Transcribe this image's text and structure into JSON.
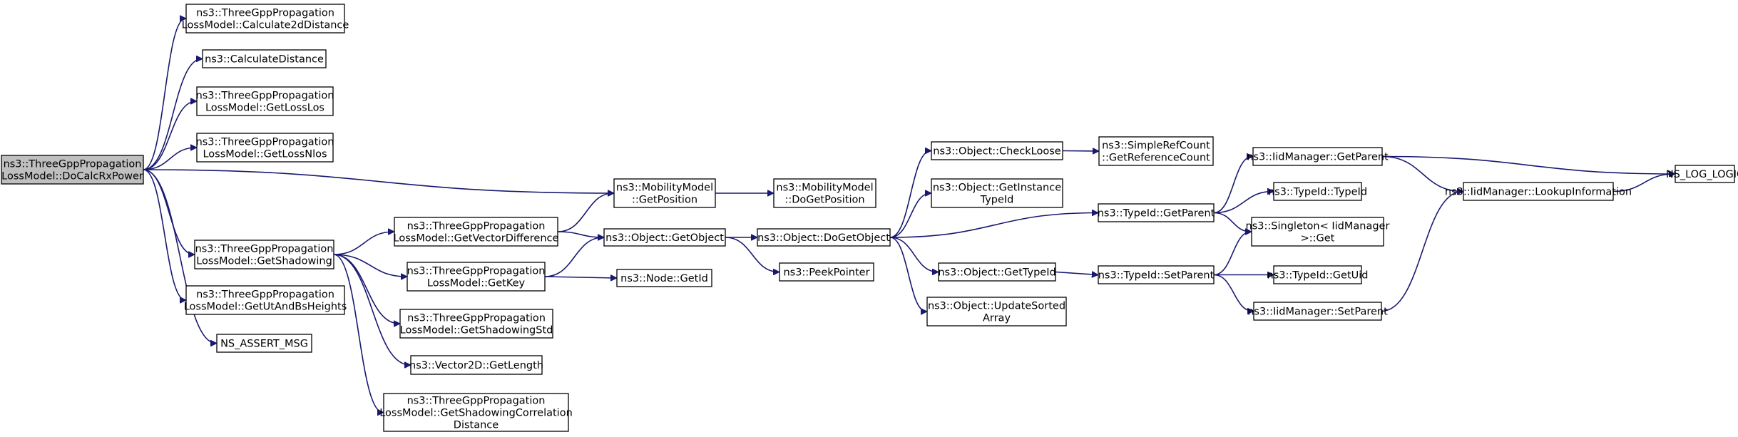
{
  "graph": {
    "root": "DoCalcRxPower",
    "nodes": {
      "DoCalcRxPower": {
        "lines": [
          "ns3::ThreeGppPropagation",
          "LossModel::DoCalcRxPower"
        ],
        "root": true
      },
      "Calculate2dDistance": {
        "lines": [
          "ns3::ThreeGppPropagation",
          "LossModel::Calculate2dDistance"
        ]
      },
      "CalculateDistance": {
        "lines": [
          "ns3::CalculateDistance"
        ]
      },
      "GetLossLos": {
        "lines": [
          "ns3::ThreeGppPropagation",
          "LossModel::GetLossLos"
        ]
      },
      "GetLossNlos": {
        "lines": [
          "ns3::ThreeGppPropagation",
          "LossModel::GetLossNlos"
        ]
      },
      "GetShadowing": {
        "lines": [
          "ns3::ThreeGppPropagation",
          "LossModel::GetShadowing"
        ]
      },
      "GetUtAndBsHeights": {
        "lines": [
          "ns3::ThreeGppPropagation",
          "LossModel::GetUtAndBsHeights"
        ]
      },
      "NS_ASSERT_MSG": {
        "lines": [
          "NS_ASSERT_MSG"
        ]
      },
      "GetVectorDifference": {
        "lines": [
          "ns3::ThreeGppPropagation",
          "LossModel::GetVectorDifference"
        ]
      },
      "GetKey": {
        "lines": [
          "ns3::ThreeGppPropagation",
          "LossModel::GetKey"
        ]
      },
      "GetShadowingStd": {
        "lines": [
          "ns3::ThreeGppPropagation",
          "LossModel::GetShadowingStd"
        ]
      },
      "Vector2DGetLength": {
        "lines": [
          "ns3::Vector2D::GetLength"
        ]
      },
      "GetShadowingCorrelationDistance": {
        "lines": [
          "ns3::ThreeGppPropagation",
          "LossModel::GetShadowingCorrelation",
          "Distance"
        ]
      },
      "MobilityGetPosition": {
        "lines": [
          "ns3::MobilityModel",
          "::GetPosition"
        ]
      },
      "MobilityDoGetPosition": {
        "lines": [
          "ns3::MobilityModel",
          "::DoGetPosition"
        ]
      },
      "ObjectGetObject": {
        "lines": [
          "ns3::Object::GetObject"
        ]
      },
      "NodeGetId": {
        "lines": [
          "ns3::Node::GetId"
        ]
      },
      "ObjectDoGetObject": {
        "lines": [
          "ns3::Object::DoGetObject"
        ]
      },
      "PeekPointer": {
        "lines": [
          "ns3::PeekPointer"
        ]
      },
      "ObjectCheckLoose": {
        "lines": [
          "ns3::Object::CheckLoose"
        ]
      },
      "ObjectGetInstanceTypeId": {
        "lines": [
          "ns3::Object::GetInstance",
          "TypeId"
        ]
      },
      "ObjectGetTypeId": {
        "lines": [
          "ns3::Object::GetTypeId"
        ]
      },
      "ObjectUpdateSortedArray": {
        "lines": [
          "ns3::Object::UpdateSorted",
          "Array"
        ]
      },
      "SimpleRefCountGetReferenceCount": {
        "lines": [
          "ns3::SimpleRefCount",
          "::GetReferenceCount"
        ]
      },
      "TypeIdGetParent": {
        "lines": [
          "ns3::TypeId::GetParent"
        ]
      },
      "TypeIdSetParent": {
        "lines": [
          "ns3::TypeId::SetParent"
        ]
      },
      "IidManagerGetParent": {
        "lines": [
          "ns3::IidManager::GetParent"
        ]
      },
      "TypeIdTypeId": {
        "lines": [
          "ns3::TypeId::TypeId"
        ]
      },
      "SingletonGet": {
        "lines": [
          "ns3::Singleton< IidManager",
          " >::Get"
        ]
      },
      "TypeIdGetUid": {
        "lines": [
          "ns3::TypeId::GetUid"
        ]
      },
      "IidManagerSetParent": {
        "lines": [
          "ns3::IidManager::SetParent"
        ]
      },
      "IidManagerLookupInformation": {
        "lines": [
          "ns3::IidManager::LookupInformation"
        ]
      },
      "NS_LOG_LOGIC": {
        "lines": [
          "NS_LOG_LOGIC"
        ]
      }
    },
    "edges": [
      [
        "DoCalcRxPower",
        "Calculate2dDistance"
      ],
      [
        "DoCalcRxPower",
        "CalculateDistance"
      ],
      [
        "DoCalcRxPower",
        "GetLossLos"
      ],
      [
        "DoCalcRxPower",
        "GetLossNlos"
      ],
      [
        "DoCalcRxPower",
        "MobilityGetPosition"
      ],
      [
        "DoCalcRxPower",
        "GetShadowing"
      ],
      [
        "DoCalcRxPower",
        "GetUtAndBsHeights"
      ],
      [
        "DoCalcRxPower",
        "NS_ASSERT_MSG"
      ],
      [
        "GetShadowing",
        "GetVectorDifference"
      ],
      [
        "GetShadowing",
        "GetKey"
      ],
      [
        "GetShadowing",
        "GetShadowingStd"
      ],
      [
        "GetShadowing",
        "Vector2DGetLength"
      ],
      [
        "GetShadowing",
        "GetShadowingCorrelationDistance"
      ],
      [
        "GetVectorDifference",
        "MobilityGetPosition"
      ],
      [
        "GetVectorDifference",
        "ObjectGetObject"
      ],
      [
        "GetKey",
        "ObjectGetObject"
      ],
      [
        "GetKey",
        "NodeGetId"
      ],
      [
        "MobilityGetPosition",
        "MobilityDoGetPosition"
      ],
      [
        "ObjectGetObject",
        "ObjectDoGetObject"
      ],
      [
        "ObjectGetObject",
        "PeekPointer"
      ],
      [
        "ObjectDoGetObject",
        "ObjectCheckLoose"
      ],
      [
        "ObjectDoGetObject",
        "ObjectGetInstanceTypeId"
      ],
      [
        "ObjectDoGetObject",
        "TypeIdGetParent"
      ],
      [
        "ObjectDoGetObject",
        "ObjectGetTypeId"
      ],
      [
        "ObjectDoGetObject",
        "ObjectUpdateSortedArray"
      ],
      [
        "ObjectCheckLoose",
        "SimpleRefCountGetReferenceCount"
      ],
      [
        "ObjectGetTypeId",
        "TypeIdSetParent"
      ],
      [
        "TypeIdGetParent",
        "IidManagerGetParent"
      ],
      [
        "TypeIdGetParent",
        "TypeIdTypeId"
      ],
      [
        "TypeIdGetParent",
        "SingletonGet"
      ],
      [
        "TypeIdSetParent",
        "SingletonGet"
      ],
      [
        "TypeIdSetParent",
        "TypeIdGetUid"
      ],
      [
        "TypeIdSetParent",
        "IidManagerSetParent"
      ],
      [
        "IidManagerGetParent",
        "IidManagerLookupInformation"
      ],
      [
        "IidManagerGetParent",
        "NS_LOG_LOGIC"
      ],
      [
        "IidManagerSetParent",
        "IidManagerLookupInformation"
      ],
      [
        "IidManagerLookupInformation",
        "NS_LOG_LOGIC"
      ]
    ]
  },
  "colors": {
    "edge": "#191970",
    "root_fill": "#bfbfbf",
    "node_fill": "#ffffff",
    "node_stroke": "#000000"
  }
}
